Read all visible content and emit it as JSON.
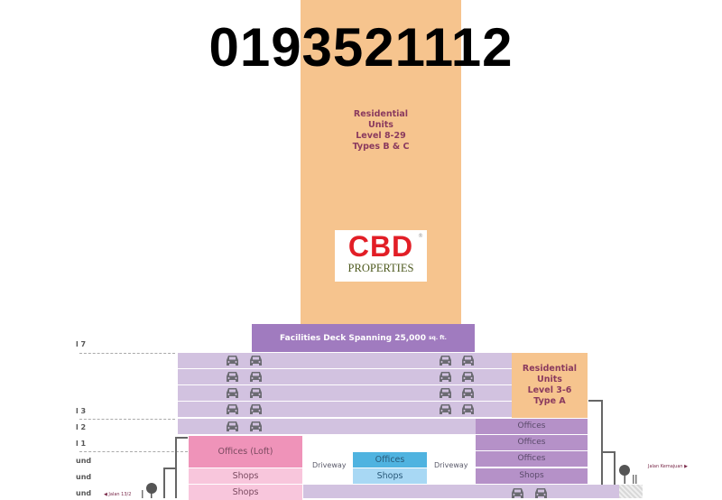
{
  "header": {
    "phone_number": "0193521112"
  },
  "tower": {
    "label_lines": [
      "Residential",
      "Units",
      "Level 8-29",
      "Types B & C"
    ],
    "color": "#f6c48e"
  },
  "logo": {
    "brand": "CBD",
    "subtitle": "PROPERTIES",
    "mark": "®",
    "brand_color": "#e21e26",
    "subtitle_color": "#4e5a1f"
  },
  "facilities_deck": {
    "label": "Facilities Deck Spanning 25,000",
    "unit": "sq. ft.",
    "color": "#a07bbf"
  },
  "residential_low": {
    "label_lines": [
      "Residential",
      "Units",
      "Level 3-6",
      "Type A"
    ]
  },
  "right_stack": [
    "Offices",
    "Offices",
    "Offices",
    "Shops"
  ],
  "left_stack": {
    "loft": "Offices (Loft)",
    "shops": [
      "Shops",
      "Shops"
    ]
  },
  "middle": {
    "office": "Offices",
    "shop": "Shops",
    "driveway_left": "Driveway",
    "driveway_right": "Driveway"
  },
  "level_labels": [
    "l 7",
    "l 3",
    "l 2",
    "l 1",
    "und",
    "und",
    "und"
  ],
  "roads": {
    "left": "◀ Jalan 13/2",
    "right": "Jalan Kemajuan ▶"
  },
  "parking": {
    "rows": 5,
    "icon": "car-icon"
  }
}
